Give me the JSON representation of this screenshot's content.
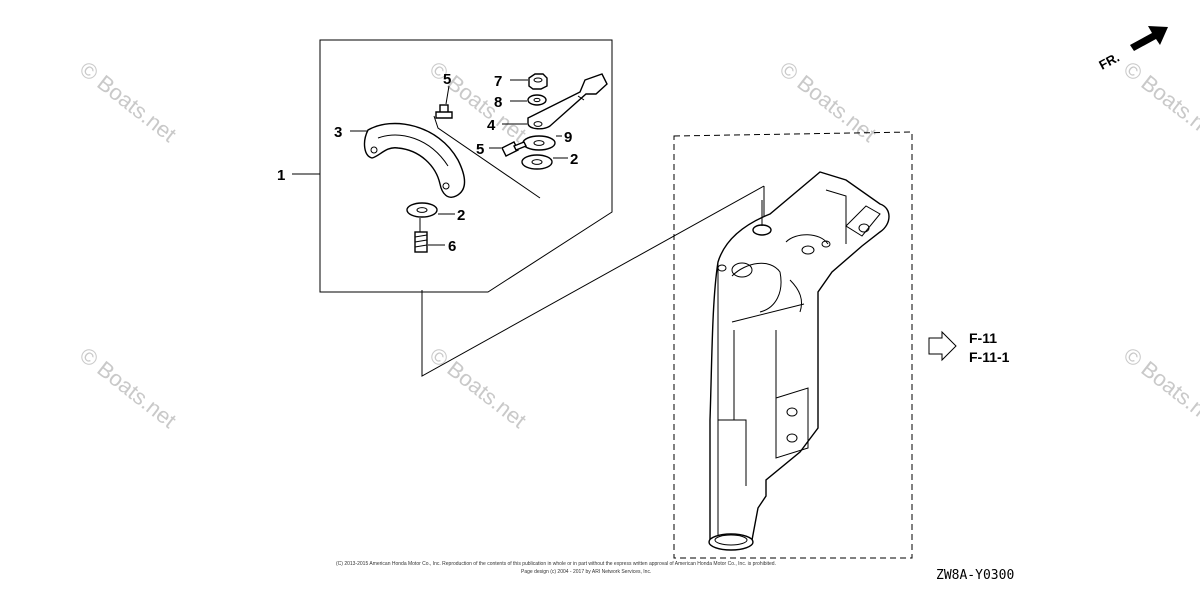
{
  "diagram_code": "ZW8A-Y0300",
  "direction_label": "FR.",
  "watermark": "© Boats.net",
  "reference_links": [
    "F-11",
    "F-11-1"
  ],
  "callouts": {
    "assembly": "1",
    "washer_a": "2",
    "washer_b": "2",
    "bracket": "3",
    "lever": "4",
    "bolt_a": "5",
    "bolt_b": "5",
    "stud": "6",
    "nut": "7",
    "washer_c": "8",
    "washer_d": "9"
  },
  "copyright_line1": "(C) 2013-2015 American Honda Motor Co., Inc. Reproduction of the contents of this publication in whole or in part without the express written approval of American Honda Motor Co., Inc. is prohibited.",
  "copyright_line2": "Page design (c) 2004 - 2017 by ARI Network Services, Inc."
}
